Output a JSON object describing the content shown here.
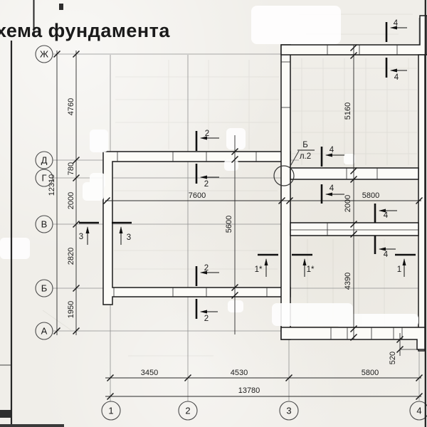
{
  "title": "хема фундамента",
  "axis_rows": {
    "zh": "Ж",
    "d": "Д",
    "g": "Г",
    "v": "В",
    "b": "Б",
    "a": "А"
  },
  "axis_cols": {
    "c1": "1",
    "c2": "2",
    "c3": "3",
    "c4": "4"
  },
  "dims": {
    "total_left": "12310",
    "zh_d": "4760",
    "d_g": "780",
    "g_v": "2000",
    "v_b": "2820",
    "b_a": "1950",
    "room_w_center": "7600",
    "room_w_right": "5800",
    "room_h_center": "5600",
    "right_h_top": "5160",
    "right_h_mid": "2000",
    "right_h_bot": "4390",
    "bot_1_2": "3450",
    "bot_2_3": "4530",
    "bot_3_4": "5800",
    "total_bottom": "13780",
    "step": "520"
  },
  "sections": {
    "s1": "1",
    "s1star": "1*",
    "s2": "2",
    "s3": "3",
    "s4": "4"
  },
  "callout": {
    "ref": "Б",
    "sheet": "л.2"
  },
  "colors": {
    "paper": "#f0eee9",
    "ink": "#1b1b1b",
    "axis_line": "#8f8f8f",
    "wall_fill": "#fcfbf7",
    "whiteout": "#ffffff"
  }
}
